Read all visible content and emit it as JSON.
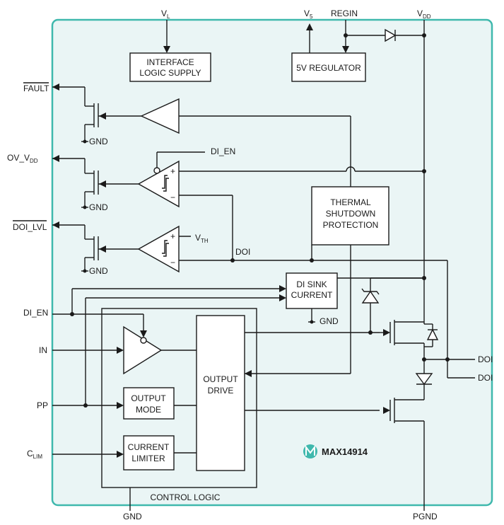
{
  "chip": {
    "background": "#eaf5f5",
    "border_color": "#3fb8ad",
    "part_number": "MAX14914",
    "logo": "maxim-logo"
  },
  "pins": {
    "vl": "V",
    "vl_sub": "L",
    "v5": "V",
    "v5_sub": "5",
    "regin": "REGIN",
    "vdd": "V",
    "vdd_sub": "DD",
    "fault": "FAULT",
    "ov_vdd": "OV_V",
    "ov_vdd_sub": "DD",
    "doi_lvl": "DOI_LVL",
    "di_en": "DI_EN",
    "in": "IN",
    "pp": "PP",
    "clim": "C",
    "clim_sub": "LIM",
    "gnd": "GND",
    "pgnd": "PGND",
    "doi_out_1": "DOI",
    "doi_out_2": "DOI"
  },
  "blocks": {
    "interface_logic_line1": "INTERFACE",
    "interface_logic_line2": "LOGIC SUPPLY",
    "regulator": "5V REGULATOR",
    "thermal_line1": "THERMAL",
    "thermal_line2": "SHUTDOWN",
    "thermal_line3": "PROTECTION",
    "di_sink_line1": "DI SINK",
    "di_sink_line2": "CURRENT",
    "output_drive_line1": "OUTPUT",
    "output_drive_line2": "DRIVE",
    "output_mode_line1": "OUTPUT",
    "output_mode_line2": "MODE",
    "current_limiter_line1": "CURRENT",
    "current_limiter_line2": "LIMITER",
    "control_logic": "CONTROL LOGIC"
  },
  "labels": {
    "gnd_1": "GND",
    "gnd_2": "GND",
    "gnd_3": "GND",
    "gnd_sink": "GND",
    "di_en_internal": "DI_EN",
    "vth": "V",
    "vth_sub": "TH",
    "doi_internal": "DOI",
    "plus_1": "+",
    "minus_1": "−",
    "plus_2": "+",
    "minus_2": "−"
  }
}
